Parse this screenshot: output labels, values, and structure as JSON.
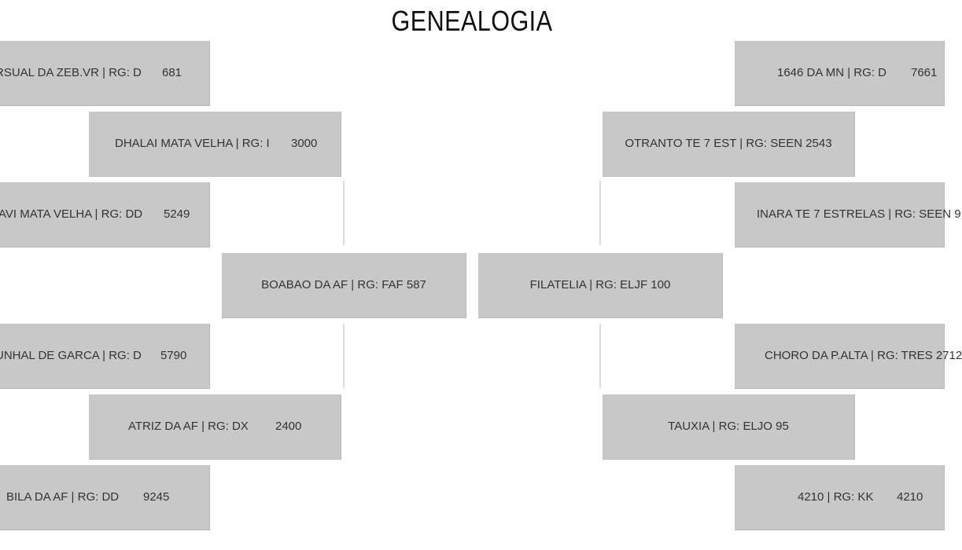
{
  "title": "GENEALOGIA",
  "sire_side": {
    "sire": {
      "label": "BOABAO DA AF | RG: FAF 587"
    },
    "grand_sire": {
      "label": "DHALAI MATA VELHA | RG: I",
      "number": "3000"
    },
    "great_sire_1": {
      "label": "RSUAL DA ZEB.VR | RG: D",
      "number": "681"
    },
    "great_dam_1": {
      "label": "AVI MATA VELHA | RG: DD",
      "number": "5249"
    },
    "grand_dam": {
      "label": "ATRIZ DA AF | RG: DX",
      "number": "2400"
    },
    "great_sire_2": {
      "label": "UNHAL DE GARCA | RG: D",
      "number": "5790"
    },
    "great_dam_2": {
      "label": "BILA DA AF | RG: DD",
      "number": "9245"
    }
  },
  "dam_side": {
    "dam": {
      "label": "FILATELIA | RG: ELJF 100"
    },
    "grand_sire": {
      "label": "OTRANTO TE 7 EST | RG: SEEN 2543"
    },
    "great_sire_1": {
      "label": "1646 DA MN | RG: D",
      "number": "7661"
    },
    "great_dam_1": {
      "label": "INARA TE 7 ESTRELAS | RG: SEEN 9"
    },
    "grand_dam": {
      "label": "TAUXIA | RG: ELJO 95"
    },
    "great_sire_2": {
      "label": "CHORO DA P.ALTA | RG: TRES 2712"
    },
    "great_dam_2": {
      "label": "4210 | RG: KK",
      "number": "4210"
    }
  }
}
